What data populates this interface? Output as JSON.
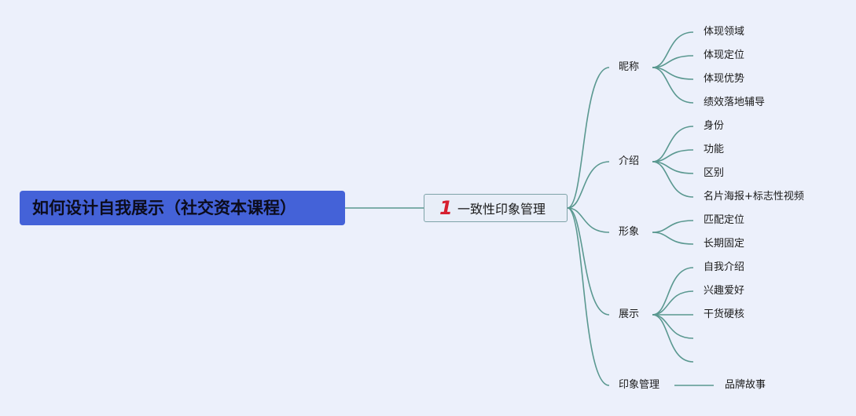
{
  "root": {
    "label": "如何设计自我展示（社交资本课程）"
  },
  "main": {
    "number": "1",
    "label": "一致性印象管理"
  },
  "branches": [
    {
      "label": "昵称",
      "children": [
        "体现领域",
        "体现定位",
        "体现优势",
        "绩效落地辅导"
      ]
    },
    {
      "label": "介绍",
      "children": [
        "身份",
        "功能",
        "区别",
        "名片海报+标志性视频"
      ]
    },
    {
      "label": "形象",
      "children": [
        "匹配定位",
        "长期固定"
      ]
    },
    {
      "label": "展示",
      "children": [
        "自我介绍",
        "兴趣爱好",
        "干货硬核",
        "",
        ""
      ]
    },
    {
      "label": "印象管理",
      "children": [
        "品牌故事"
      ]
    }
  ],
  "colors": {
    "root_fill": "#4462d8",
    "connector": "#5a9890",
    "badge": "#d61f2f"
  }
}
